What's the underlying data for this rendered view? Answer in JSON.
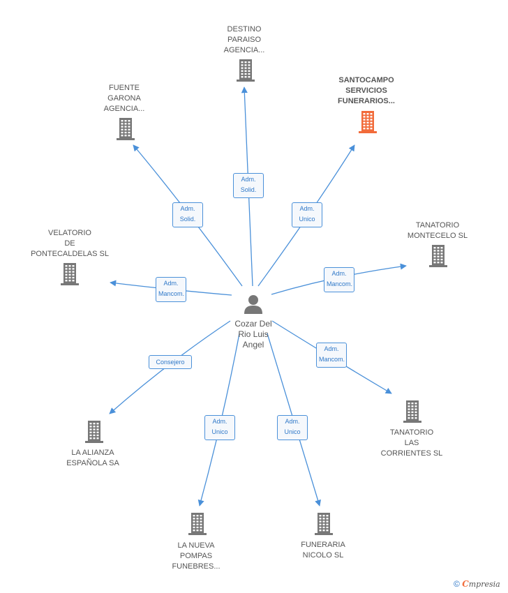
{
  "person": {
    "name": "Cozar Del\nRio Luis\nAngel",
    "icon": "person-icon"
  },
  "companies": [
    {
      "id": "destino",
      "name": "DESTINO\nPARAISO\nAGENCIA...",
      "highlight": false
    },
    {
      "id": "santocampo",
      "name": "SANTOCAMPO\nSERVICIOS\nFUNERARIOS...",
      "highlight": true
    },
    {
      "id": "fuente",
      "name": "FUENTE\nGARONA\nAGENCIA...",
      "highlight": false
    },
    {
      "id": "velatorio",
      "name": "VELATORIO\nDE\nPONTECALDELAS SL",
      "highlight": false
    },
    {
      "id": "montecelo",
      "name": "TANATORIO\nMONTECELO SL",
      "highlight": false
    },
    {
      "id": "alianza",
      "name": "LA ALIANZA\nESPAÑOLA SA",
      "highlight": false
    },
    {
      "id": "corrientes",
      "name": "TANATORIO\nLAS\nCORRIENTES SL",
      "highlight": false
    },
    {
      "id": "pompas",
      "name": "LA NUEVA\nPOMPAS\nFUNEBRES...",
      "highlight": false
    },
    {
      "id": "nicolo",
      "name": "FUNERARIA\nNICOLO SL",
      "highlight": false
    }
  ],
  "roles": [
    {
      "target": "destino",
      "label": "Adm.\nSolid."
    },
    {
      "target": "fuente",
      "label": "Adm.\nSolid."
    },
    {
      "target": "santocampo",
      "label": "Adm.\nUnico"
    },
    {
      "target": "montecelo",
      "label": "Adm.\nMancom."
    },
    {
      "target": "velatorio",
      "label": "Adm.\nMancom."
    },
    {
      "target": "corrientes",
      "label": "Adm.\nMancom."
    },
    {
      "target": "alianza",
      "label": "Consejero"
    },
    {
      "target": "pompas",
      "label": "Adm.\nUnico"
    },
    {
      "target": "nicolo",
      "label": "Adm.\nUnico"
    }
  ],
  "colors": {
    "edge": "#4a90d9",
    "building": "#777777",
    "building_highlight": "#f26b3a",
    "person": "#777777"
  },
  "footer": {
    "copyright": "©",
    "brand_initial": "C",
    "brand_rest": "mpresia"
  }
}
